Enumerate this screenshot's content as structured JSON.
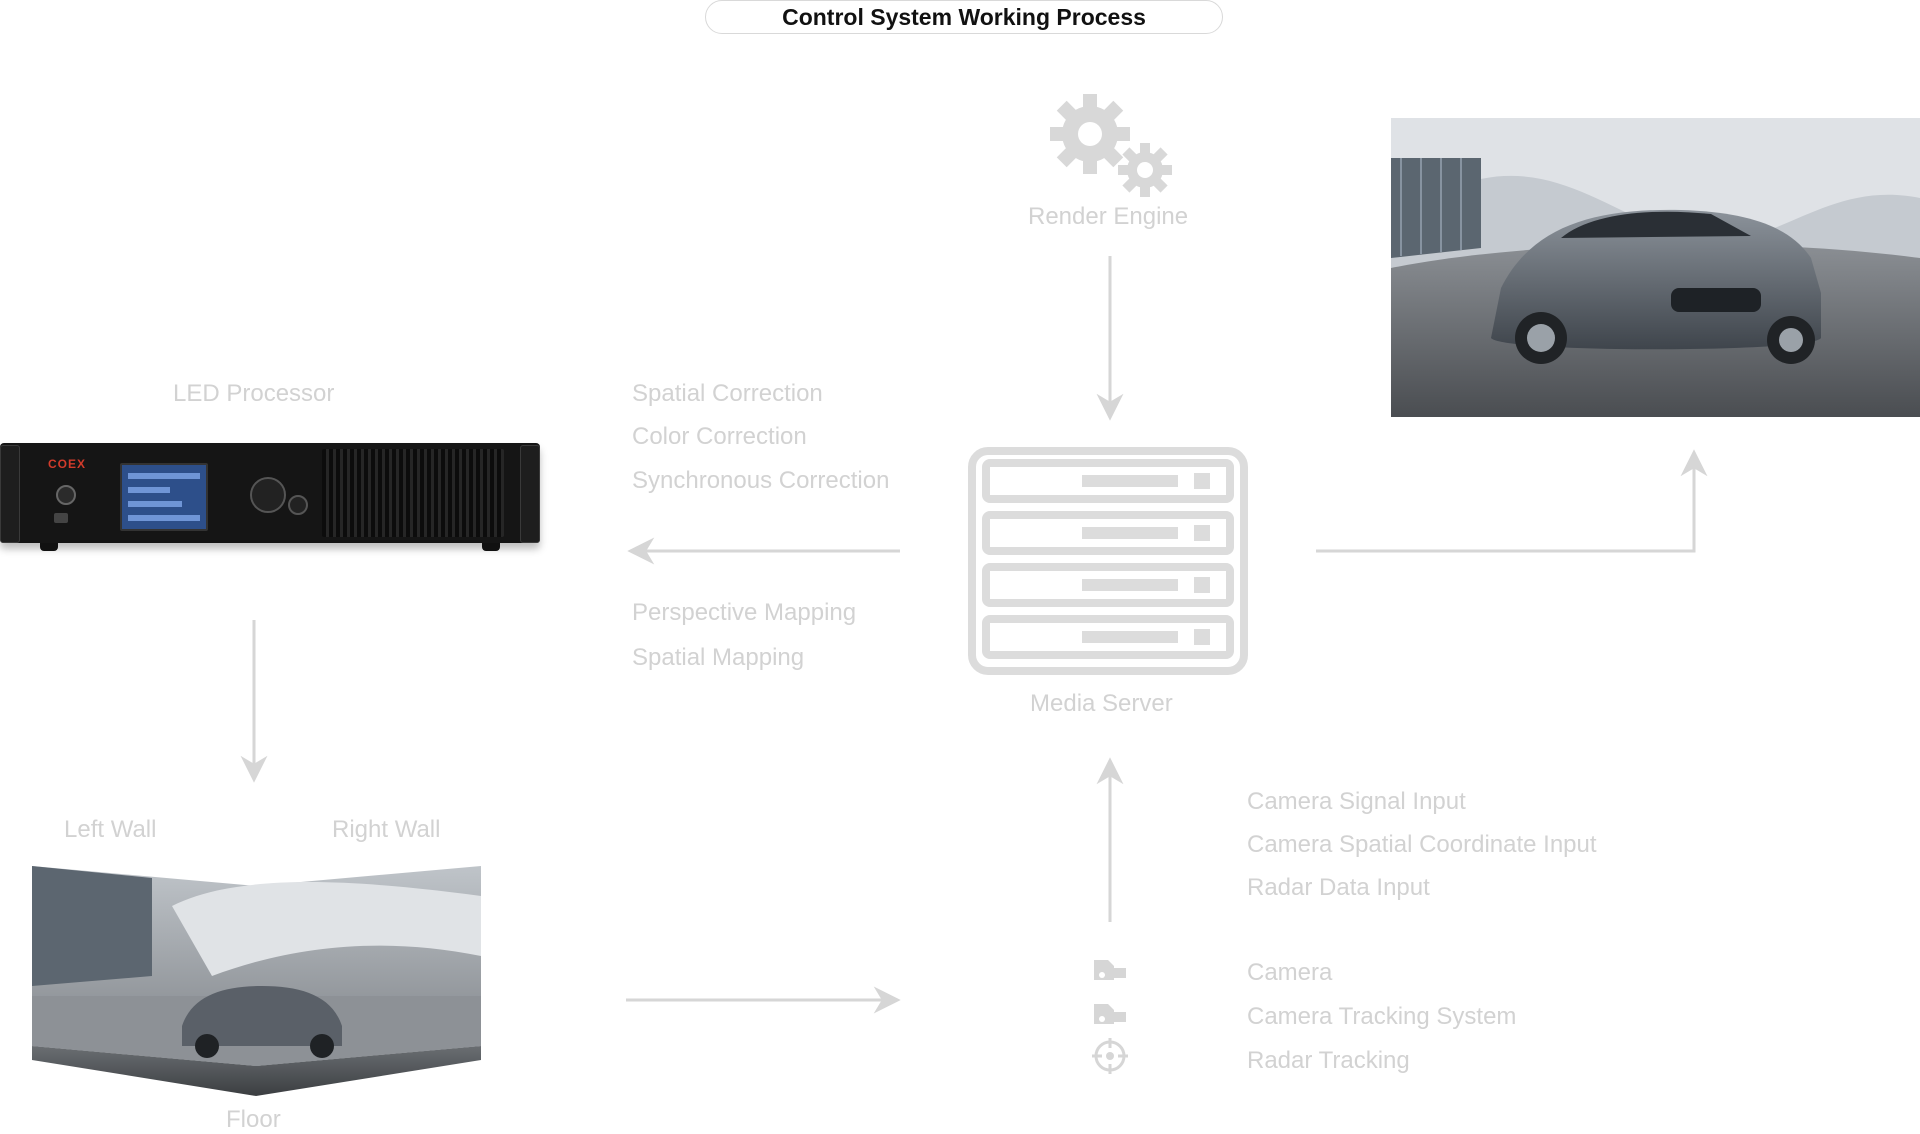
{
  "title": "Control System Working Process",
  "render_engine": {
    "label": "Render Engine",
    "icon": "gears-icon"
  },
  "media_server": {
    "label": "Media Server",
    "icon": "server-rack-icon"
  },
  "led_processor": {
    "label": "LED Processor",
    "brand": "COEX"
  },
  "corrections": [
    "Spatial Correction",
    "Color Correction",
    "Synchronous Correction"
  ],
  "mappings": [
    "Perspective Mapping",
    "Spatial Mapping"
  ],
  "stage": {
    "left_wall": "Left Wall",
    "right_wall": "Right Wall",
    "floor": "Floor"
  },
  "inputs": [
    "Camera Signal Input",
    "Camera Spatial Coordinate Input",
    "Radar Data Input"
  ],
  "sources": [
    {
      "label": "Camera",
      "icon": "camera-icon"
    },
    {
      "label": "Camera Tracking System",
      "icon": "camera-icon"
    },
    {
      "label": "Radar Tracking",
      "icon": "crosshair-icon"
    }
  ],
  "colors": {
    "line": "#d6d6d6",
    "text": "#d2d2d2",
    "title": "#111111"
  }
}
